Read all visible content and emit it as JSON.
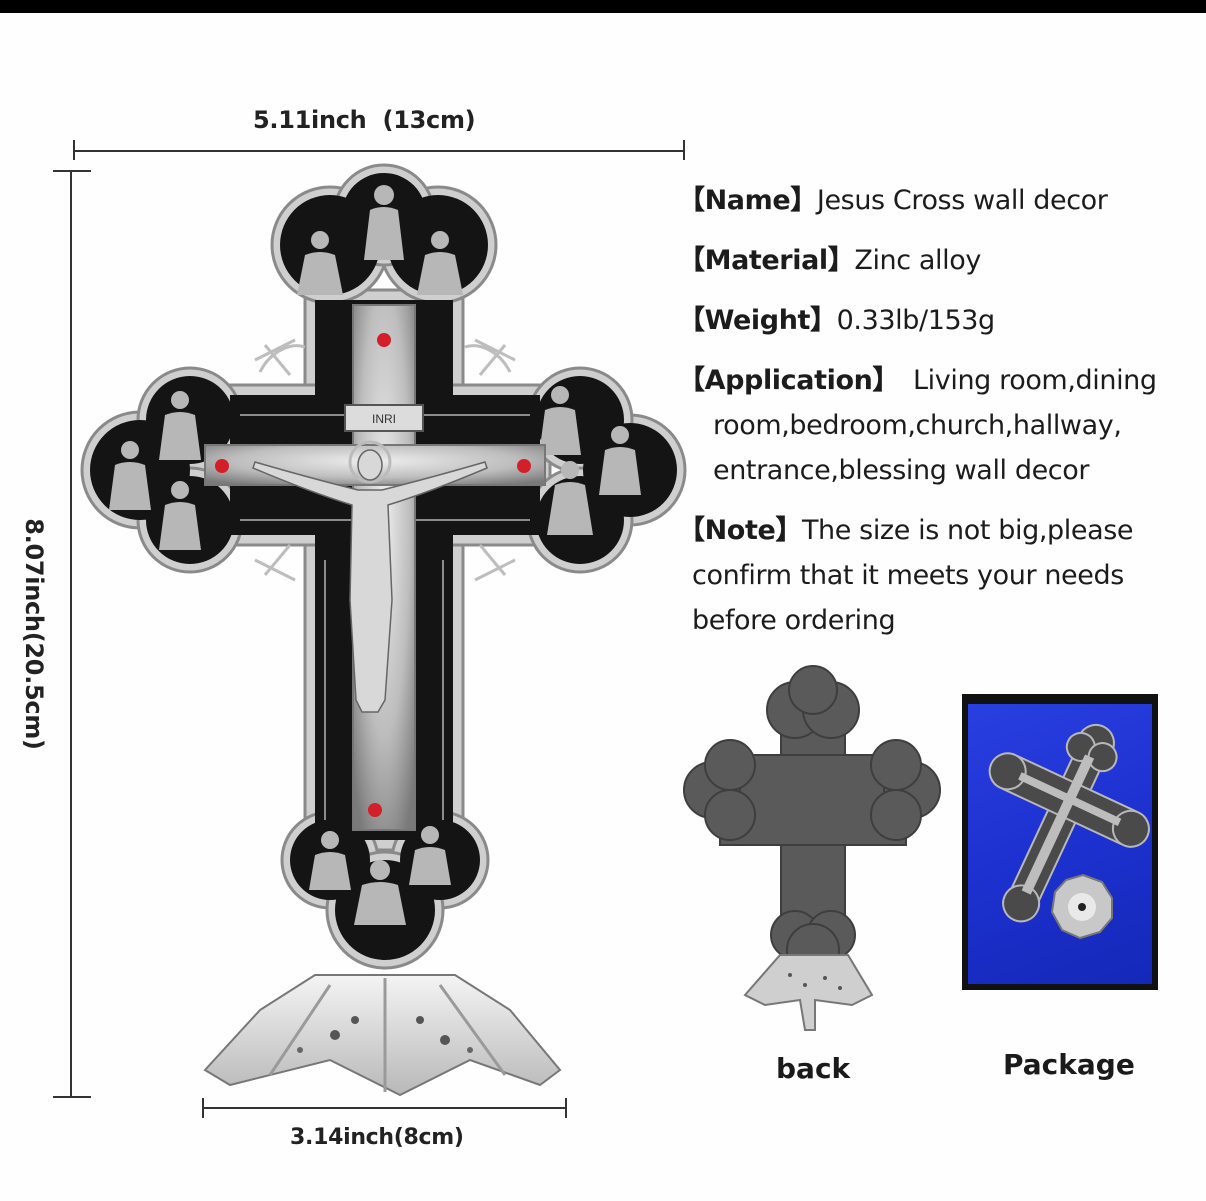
{
  "dimensions": {
    "top_width": "5.11inch  (13cm)",
    "height": "8.07inch(20.5cm)",
    "base_width": "3.14inch(8cm)"
  },
  "specs": {
    "name": {
      "label": "【Name】",
      "value": "Jesus Cross wall decor"
    },
    "material": {
      "label": "【Material】",
      "value": "Zinc alloy"
    },
    "weight": {
      "label": "【Weight】",
      "value": "0.33lb/153g"
    },
    "application": {
      "label": "【Application】",
      "lines": [
        "Living room,dining",
        "room,bedroom,church,hallway,",
        "entrance,blessing wall decor"
      ]
    },
    "note": {
      "label": "【Note】",
      "lines": [
        "The size is not big,please",
        "confirm that it meets your needs",
        "before ordering"
      ]
    }
  },
  "views": {
    "back_label": "back",
    "package_label": "Package"
  },
  "product": {
    "inscription": "INRI",
    "colors": {
      "metal": "#c9c9c9",
      "enamel": "#141414",
      "gem": "#d21f2a",
      "package_blue": "#1f33d2"
    }
  }
}
